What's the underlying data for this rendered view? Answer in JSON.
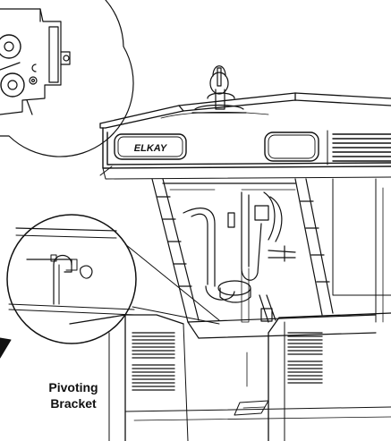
{
  "brand": {
    "logo_text": "ELKAY"
  },
  "callout": {
    "label_line1": "Pivoting",
    "label_line2": "Bracket"
  },
  "colors": {
    "line": "#111111",
    "background": "#ffffff"
  }
}
